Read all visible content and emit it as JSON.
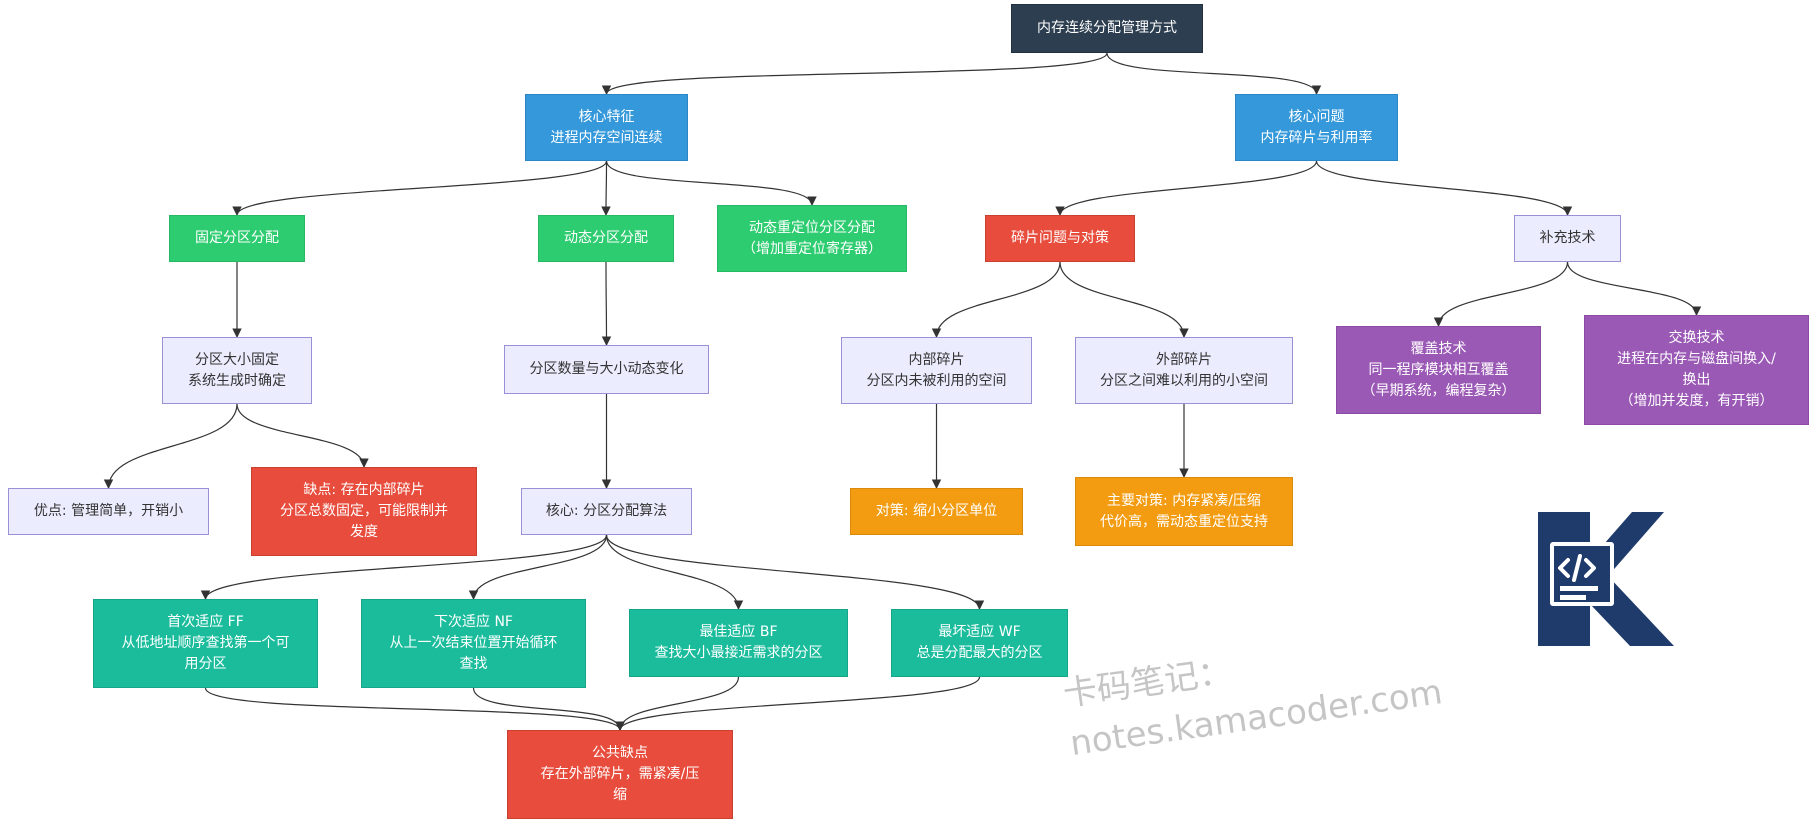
{
  "nodes": {
    "root": {
      "lines": [
        "内存连续分配管理方式"
      ]
    },
    "core_feature": {
      "lines": [
        "核心特征",
        "进程内存空间连续"
      ]
    },
    "core_problem": {
      "lines": [
        "核心问题",
        "内存碎片与利用率"
      ]
    },
    "fixed": {
      "lines": [
        "固定分区分配"
      ]
    },
    "dynamic": {
      "lines": [
        "动态分区分配"
      ]
    },
    "dyn_reloc": {
      "lines": [
        "动态重定位分区分配",
        "（增加重定位寄存器）"
      ]
    },
    "frag": {
      "lines": [
        "碎片问题与对策"
      ]
    },
    "supplement": {
      "lines": [
        "补充技术"
      ]
    },
    "fixed_size": {
      "lines": [
        "分区大小固定",
        "系统生成时确定"
      ]
    },
    "dyn_size": {
      "lines": [
        "分区数量与大小动态变化"
      ]
    },
    "internal": {
      "lines": [
        "内部碎片",
        "分区内未被利用的空间"
      ]
    },
    "external": {
      "lines": [
        "外部碎片",
        "分区之间难以利用的小空间"
      ]
    },
    "overlay": {
      "lines": [
        "覆盖技术",
        "同一程序模块相互覆盖",
        "（早期系统，编程复杂）"
      ]
    },
    "swap": {
      "lines": [
        "交换技术",
        "进程在内存与磁盘间换入/",
        "换出",
        "（增加并发度，有开销）"
      ]
    },
    "pro": {
      "lines": [
        "优点: 管理简单，开销小"
      ]
    },
    "con": {
      "lines": [
        "缺点: 存在内部碎片",
        "分区总数固定，可能限制并",
        "发度"
      ]
    },
    "algo": {
      "lines": [
        "核心: 分区分配算法"
      ]
    },
    "int_fix": {
      "lines": [
        "对策: 缩小分区单位"
      ]
    },
    "ext_fix": {
      "lines": [
        "主要对策: 内存紧凑/压缩",
        "代价高，需动态重定位支持"
      ]
    },
    "ff": {
      "lines": [
        "首次适应 FF",
        "从低地址顺序查找第一个可",
        "用分区"
      ]
    },
    "nf": {
      "lines": [
        "下次适应 NF",
        "从上一次结束位置开始循环",
        "查找"
      ]
    },
    "bf": {
      "lines": [
        "最佳适应 BF",
        "查找大小最接近需求的分区"
      ]
    },
    "wf": {
      "lines": [
        "最坏适应 WF",
        "总是分配最大的分区"
      ]
    },
    "common": {
      "lines": [
        "公共缺点",
        "存在外部碎片，需紧凑/压",
        "缩"
      ]
    }
  },
  "edges": [
    [
      "root",
      "core_feature"
    ],
    [
      "root",
      "core_problem"
    ],
    [
      "core_feature",
      "fixed"
    ],
    [
      "core_feature",
      "dynamic"
    ],
    [
      "core_feature",
      "dyn_reloc"
    ],
    [
      "core_problem",
      "frag"
    ],
    [
      "core_problem",
      "supplement"
    ],
    [
      "fixed",
      "fixed_size"
    ],
    [
      "dynamic",
      "dyn_size"
    ],
    [
      "frag",
      "internal"
    ],
    [
      "frag",
      "external"
    ],
    [
      "supplement",
      "overlay"
    ],
    [
      "supplement",
      "swap"
    ],
    [
      "fixed_size",
      "pro"
    ],
    [
      "fixed_size",
      "con"
    ],
    [
      "dyn_size",
      "algo"
    ],
    [
      "internal",
      "int_fix"
    ],
    [
      "external",
      "ext_fix"
    ],
    [
      "algo",
      "ff"
    ],
    [
      "algo",
      "nf"
    ],
    [
      "algo",
      "bf"
    ],
    [
      "algo",
      "wf"
    ],
    [
      "ff",
      "common"
    ],
    [
      "nf",
      "common"
    ],
    [
      "bf",
      "common"
    ],
    [
      "wf",
      "common"
    ]
  ],
  "watermark": {
    "line1": "卡码笔记：",
    "line2": "notes.kamacoder.com"
  },
  "colors": {
    "root": "#2c3e50",
    "level1": "#3498db",
    "alloc": "#2ecc71",
    "detail": "#ececff",
    "problem": "#e74c3c",
    "algorithm": "#1abc9c",
    "countermeasure": "#f39c12",
    "supplement_tech": "#9b59b6",
    "edge": "#333333"
  },
  "logo": {
    "icon": "code-document-k-logo"
  }
}
